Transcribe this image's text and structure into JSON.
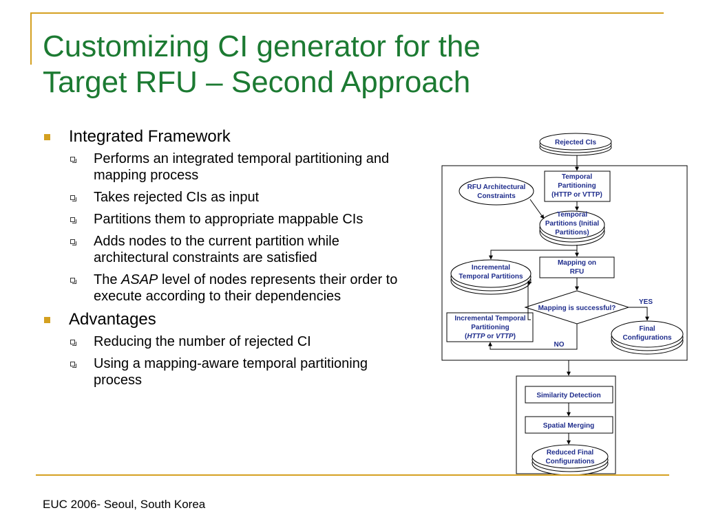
{
  "slide": {
    "title_line1": "Customizing CI generator for the",
    "title_line2": "Target RFU – Second Approach",
    "footer": "EUC 2006- Seoul, South Korea"
  },
  "bullets": [
    {
      "text": "Integrated Framework",
      "sub": [
        "Performs an integrated temporal partitioning and mapping process",
        "Takes rejected CIs as input",
        "Partitions them to appropriate mappable CIs",
        "Adds nodes to the current partition while architectural constraints are satisfied",
        {
          "pre": "The ",
          "em": "ASAP",
          "post": " level of nodes represents their order to execute according to their dependencies"
        }
      ]
    },
    {
      "text": "Advantages",
      "sub": [
        "Reducing the number of rejected CI",
        "Using a mapping-aware temporal partitioning process"
      ]
    }
  ],
  "flowchart": {
    "rejected_cis": "Rejected CIs",
    "temporal_partitioning": [
      "Temporal",
      "Partitioning",
      "(HTTP or VTTP)"
    ],
    "rfu_constraints": [
      "RFU Architectural",
      "Constraints"
    ],
    "temporal_partitions": [
      "Temporal",
      "Partitions (Initial",
      "Partitions)"
    ],
    "mapping_on_rfu": [
      "Mapping on",
      "RFU"
    ],
    "incremental_partitions": [
      "Incremental",
      "Temporal Partitions"
    ],
    "decision": "Mapping is successful?",
    "yes_label": "YES",
    "no_label": "NO",
    "incremental_partitioning": {
      "line1": "Incremental Temporal",
      "line2": "Partitioning",
      "line3_open": "(",
      "line3_a": "HTTP",
      "line3_mid": " or ",
      "line3_b": "VTTP",
      "line3_close": ")"
    },
    "final_configurations": [
      "Final",
      "Configurations"
    ],
    "similarity_detection": "Similarity Detection",
    "spatial_merging": "Spatial Merging",
    "reduced_final": [
      "Reduced Final",
      "Configurations"
    ]
  }
}
